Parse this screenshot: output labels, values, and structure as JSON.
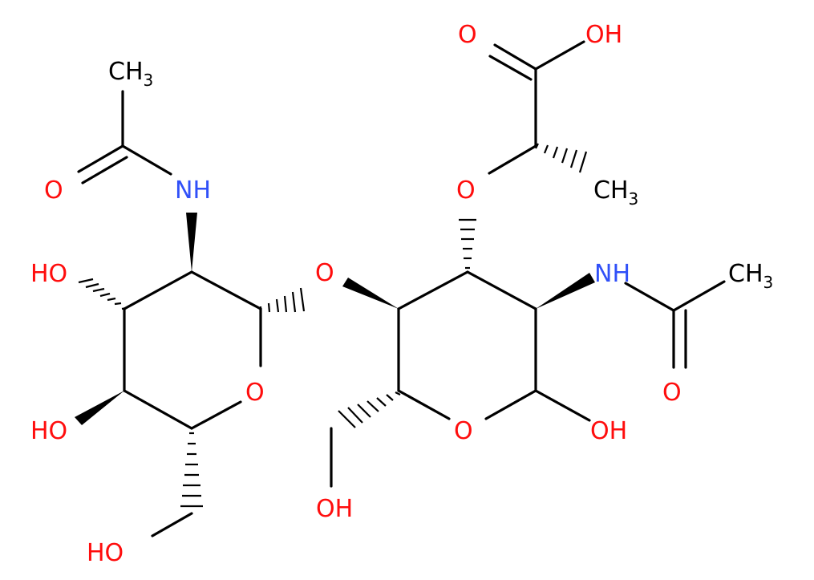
{
  "structure": {
    "colors": {
      "oxygen": "#ff0d0d",
      "nitrogen": "#3050f8",
      "carbon": "#000000",
      "background": "#ffffff"
    },
    "atoms": {
      "ch3_left_C": "CH",
      "ch3_left_sub": "3",
      "o_amide_left": "O",
      "nh_left": "NH",
      "oh_left_upper": "HO",
      "o_glycosidic": "O",
      "o_ring_left": "O",
      "oh_left_lower": "HO",
      "oh_left_ch2": "HO",
      "o_acid_carbonyl": "O",
      "oh_acid": "OH",
      "o_ether": "O",
      "ch3_mid_C": "CH",
      "ch3_mid_sub": "3",
      "nh_right": "NH",
      "ch3_right_C": "CH",
      "ch3_right_sub": "3",
      "o_amide_right": "O",
      "o_ring_right": "O",
      "oh_anomeric": "OH",
      "oh_right_ch2": "OH"
    }
  }
}
